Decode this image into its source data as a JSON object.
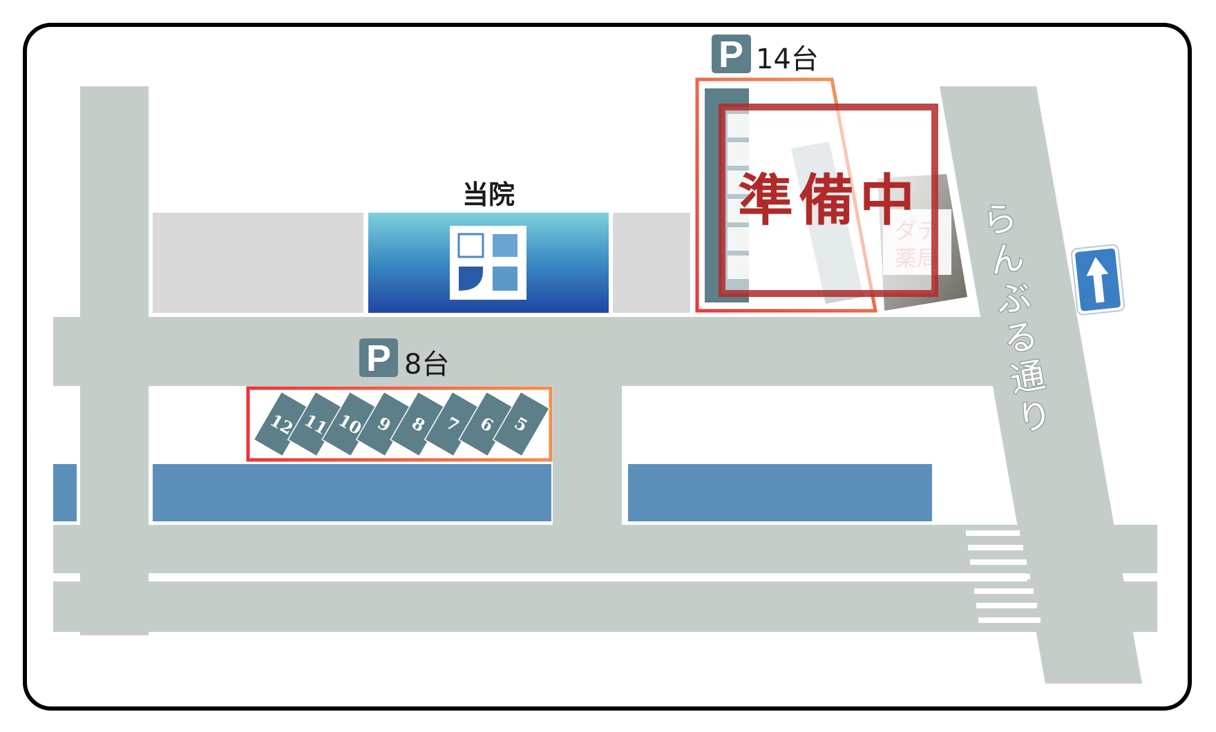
{
  "clinic": {
    "label": "当院"
  },
  "parking_north": {
    "badge": "P",
    "count": "14台"
  },
  "parking_south": {
    "badge": "P",
    "count": "8台",
    "spaces": [
      "12",
      "11",
      "10",
      "9",
      "8",
      "7",
      "6",
      "5"
    ]
  },
  "construction": {
    "label": "準備中"
  },
  "pharmacy": {
    "line1": "ダテ",
    "line2": "薬局"
  },
  "street": {
    "name": "らんぶる通り"
  },
  "oneway_sign": {
    "icon": "one-way-up-arrow-icon"
  },
  "colors": {
    "road": "#c5cdc9",
    "water": "#5b8fba",
    "building": "#d9d9d9",
    "clinic_top": "#77ccd9",
    "clinic_bottom": "#2048a3",
    "parking_dark": "#5c7f89",
    "construction_red": "#b02a2a",
    "sign_blue": "#3c7ec3"
  }
}
